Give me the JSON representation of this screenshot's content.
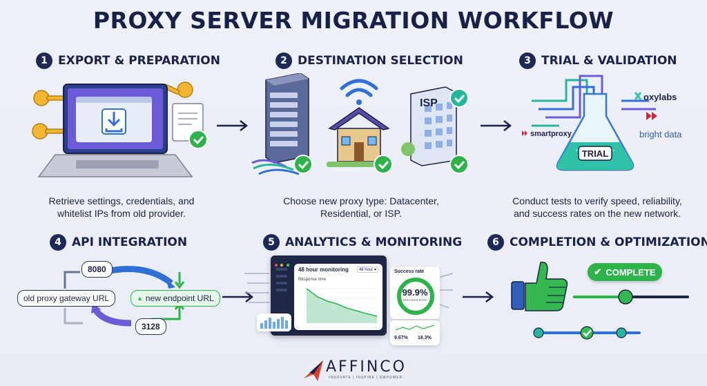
{
  "title": "PROXY SERVER MIGRATION WORKFLOW",
  "steps": [
    {
      "num": "1",
      "label": "EXPORT & PREPARATION",
      "desc": [
        "Retrieve settings, credentials, and",
        "whitelist IPs from old provider."
      ]
    },
    {
      "num": "2",
      "label": "DESTINATION SELECTION",
      "desc": [
        "Choose new proxy type: Datacenter,",
        "Residential, or ISP."
      ]
    },
    {
      "num": "3",
      "label": "TRIAL & VALIDATION",
      "desc": [
        "Conduct tests to verify speed, reliability,",
        "and success rates on the new network."
      ]
    },
    {
      "num": "4",
      "label": "API INTEGRATION"
    },
    {
      "num": "5",
      "label": "ANALYTICS & MONITORING"
    },
    {
      "num": "6",
      "label": "COMPLETION & OPTIMIZATION"
    }
  ],
  "isp_sign": "ISP",
  "providers": {
    "oxylabs": "oxylabs",
    "smartproxy": "smartproxy",
    "brightdata": "bright data"
  },
  "flask_label": "TRIAL",
  "api": {
    "old_url": "old proxy gateway URL",
    "new_url": "new endpoint URL",
    "port_top": "8080",
    "port_bottom": "3128"
  },
  "dashboard": {
    "panel_title": "48 hour monitoring",
    "dropdown": "48 hour",
    "chart_label": "Response time",
    "success_title": "Success rate",
    "success_value": "99.9%",
    "success_sub": "SUCCESS RATE",
    "stat_a": "9.67%",
    "stat_b": "18.3%"
  },
  "completion": {
    "badge": "COMPLETE"
  },
  "brand": {
    "name": "AFFINCO",
    "tagline": "INNOVATE | INSPIRE | EMPOWER"
  },
  "colors": {
    "navy": "#1e2a55",
    "green": "#2db34a",
    "teal": "#27b59c",
    "blue": "#2f6fd6"
  }
}
